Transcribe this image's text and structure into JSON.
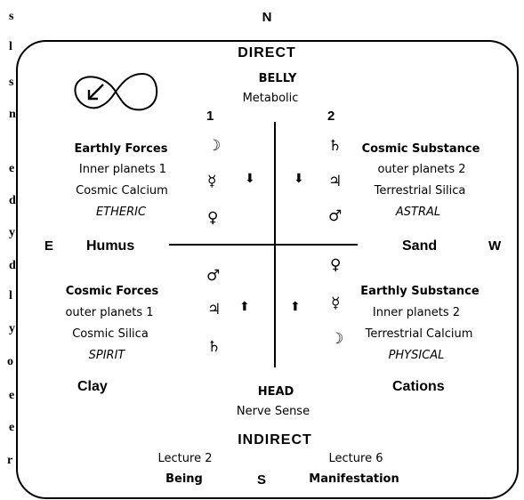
{
  "compass": {
    "north": "N",
    "south": "S",
    "east": "E",
    "west": "W"
  },
  "top": {
    "title": "DIRECT",
    "sub1": "BELLY",
    "sub2": "Metabolic"
  },
  "bottom": {
    "title": "INDIRECT",
    "sub1": "HEAD",
    "sub2": "Nerve Sense"
  },
  "quadrant_numbers": {
    "left": "1",
    "right": "2"
  },
  "upper_left": {
    "heading": "Earthly Forces",
    "line1": "Inner planets 1",
    "line2": "Cosmic Calcium",
    "line3": "ETHERIC",
    "label": "Humus"
  },
  "upper_right": {
    "heading": "Cosmic Substance",
    "line1": "outer planets 2",
    "line2": "Terrestrial Silica",
    "line3": "ASTRAL",
    "label": "Sand"
  },
  "lower_left": {
    "heading": "Cosmic Forces",
    "line1": "outer planets 1",
    "line2": "Cosmic Silica",
    "line3": "SPIRIT",
    "label": "Clay"
  },
  "lower_right": {
    "heading": "Earthly Substance",
    "line1": "Inner planets 2",
    "line2": "Terrestrial Calcium",
    "line3": "PHYSICAL",
    "label": "Cations"
  },
  "planet_symbols": {
    "ul": [
      "☽",
      "☿",
      "♀"
    ],
    "ur": [
      "♄",
      "♃",
      "♂"
    ],
    "ll": [
      "♂",
      "♃",
      "♄"
    ],
    "lr": [
      "♀",
      "☿",
      "☽"
    ]
  },
  "arrows": {
    "down": "⬇",
    "up": "⬆"
  },
  "lectures": {
    "left_title": "Lecture 2",
    "left_sub": "Being",
    "right_title": "Lecture 6",
    "right_sub": "Manifestation"
  },
  "left_edge_fragments": [
    "s",
    "l",
    "s",
    "n",
    "e",
    "d",
    "y",
    "d",
    "l",
    "y",
    "o",
    "e",
    "e",
    "r"
  ],
  "icons": {
    "lemniscate": "lemniscate-with-arrow-icon"
  }
}
